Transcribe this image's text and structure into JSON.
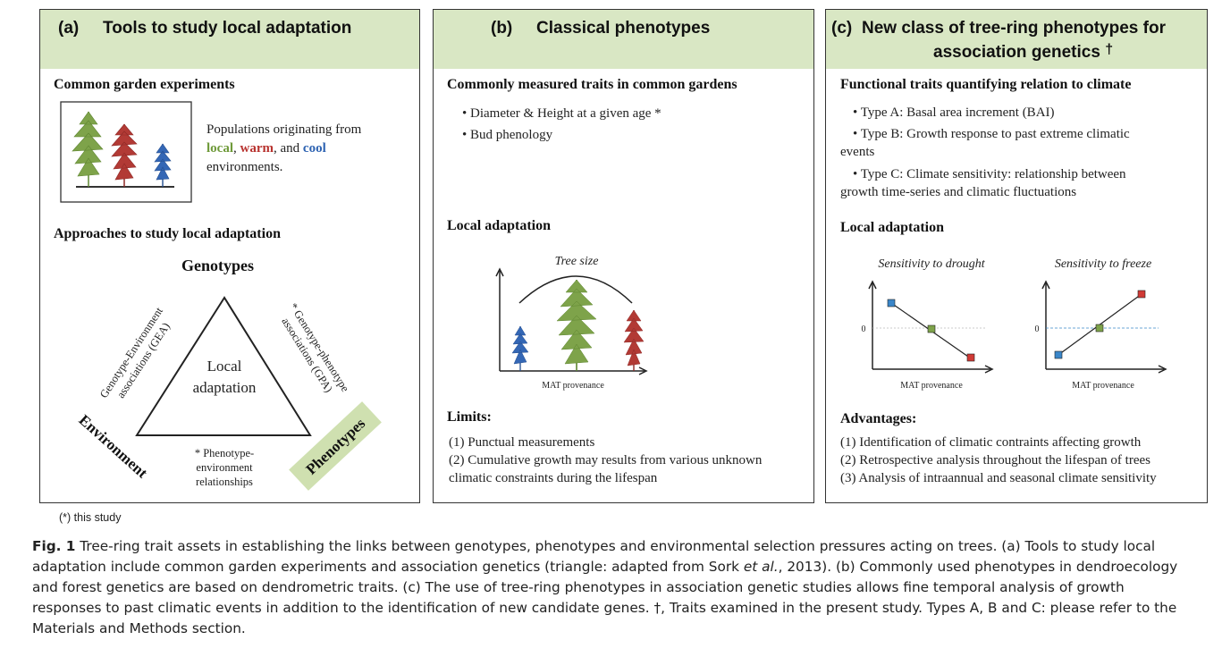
{
  "panel_a": {
    "letter": "(a)",
    "title": "Tools to study local adaptation",
    "common_garden_heading": "Common garden experiments",
    "populations_line1": "Populations originating from",
    "local": "local",
    "comma1": ", ",
    "warm": "warm",
    "and": ", and ",
    "cool": "cool",
    "populations_line3": "environments.",
    "approaches_heading": "Approaches to study local adaptation",
    "genotypes": "Genotypes",
    "center_line1": "Local",
    "center_line2": "adaptation",
    "gea_line1": "Genotype-Environment",
    "gea_line2": "associations (GEA)",
    "gpa_line1": "* Genotype-phenotype",
    "gpa_line2": "associations (GPA)",
    "environment": "Environment",
    "phenotypes": "Phenotypes",
    "per_line1": "* Phenotype-",
    "per_line2": "environment",
    "per_line3": "relationships"
  },
  "panel_b": {
    "letter": "(b)",
    "title": "Classical phenotypes",
    "traits_heading": "Commonly measured traits in common gardens",
    "bullets": [
      "• Diameter & Height at a given age *",
      "• Bud phenology"
    ],
    "local_adaptation": "Local adaptation",
    "tree_size": "Tree size",
    "x_axis": "MAT provenance",
    "limits_heading": "Limits:",
    "limits": [
      "(1) Punctual measurements",
      "(2) Cumulative growth may results from various unknown",
      "climatic constraints during the lifespan"
    ]
  },
  "panel_c": {
    "letter": "(c)",
    "title_line1": "New class of tree-ring phenotypes for",
    "title_line2": "association genetics",
    "dagger": "†",
    "functional_heading": "Functional traits quantifying relation to climate",
    "bullet_a": "• Type A: Basal area increment (BAI)",
    "bullet_b1": "• Type B: Growth response to past extreme climatic",
    "bullet_b2": "events",
    "bullet_c1": "• Type C: Climate sensitivity: relationship between",
    "bullet_c2": "growth time-series and climatic fluctuations",
    "local_adaptation": "Local adaptation",
    "drought_title": "Sensitivity to drought",
    "freeze_title": "Sensitivity to freeze",
    "zero": "0",
    "x_axis": "MAT provenance",
    "advantages_heading": "Advantages:",
    "advantages": [
      "(1) Identification of climatic contraints affecting growth",
      "(2) Retrospective analysis throughout the lifespan of trees",
      "(3) Analysis of intraannual and seasonal climate sensitivity"
    ]
  },
  "footnote": "(*) this study",
  "caption": {
    "label": "Fig. 1",
    "text1": "  Tree-ring trait assets in establishing the links between genotypes, phenotypes and environmental selection pressures acting on trees. (a) Tools to study local adaptation include common garden experiments and association genetics (triangle: adapted from Sork ",
    "etal": "et al.",
    "text2": ", 2013). (b) Commonly used phenotypes in dendroecology and forest genetics are based on dendrometric traits. (c) The use of tree-ring phenotypes in association genetic studies allows fine temporal analysis of growth responses to past climatic events in addition to the identification of new candidate genes. †, Traits examined in the present study. Types A, B and C: please refer to the Materials and Methods section."
  },
  "colors": {
    "header_bg": "#d9e7c4",
    "local_green": "#6f9a3a",
    "warm_red": "#b8332f",
    "cool_blue": "#2e63b2",
    "phenotype_box": "#cfe0b0"
  }
}
